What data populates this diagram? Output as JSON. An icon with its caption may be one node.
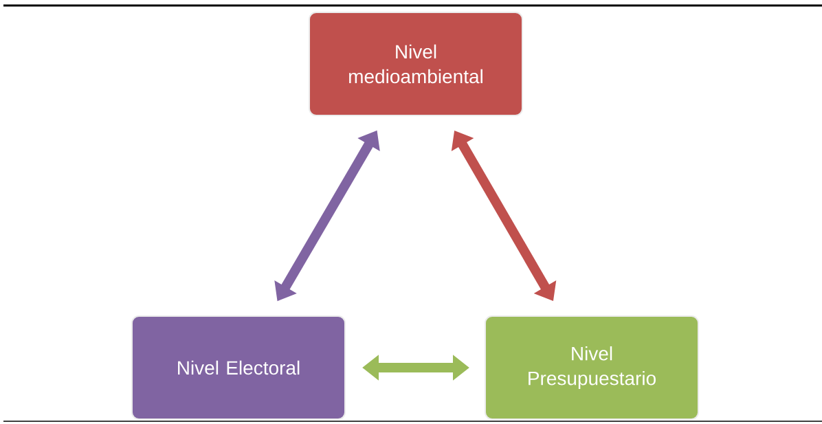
{
  "diagram": {
    "nodes": [
      {
        "text": [
          "Nivel medioambiental"
        ]
      },
      {
        "text": [
          "Nivel Electoral"
        ]
      },
      {
        "text": [
          "Nivel Presupuestario"
        ]
      }
    ],
    "edges": [
      {
        "from": 1,
        "to": 0,
        "arrow": "both",
        "color": "#8064a2"
      },
      {
        "from": 0,
        "to": 2,
        "arrow": "both",
        "color": "#c0504d"
      },
      {
        "from": 1,
        "to": 2,
        "arrow": "both",
        "color": "#9bbb59"
      }
    ]
  }
}
